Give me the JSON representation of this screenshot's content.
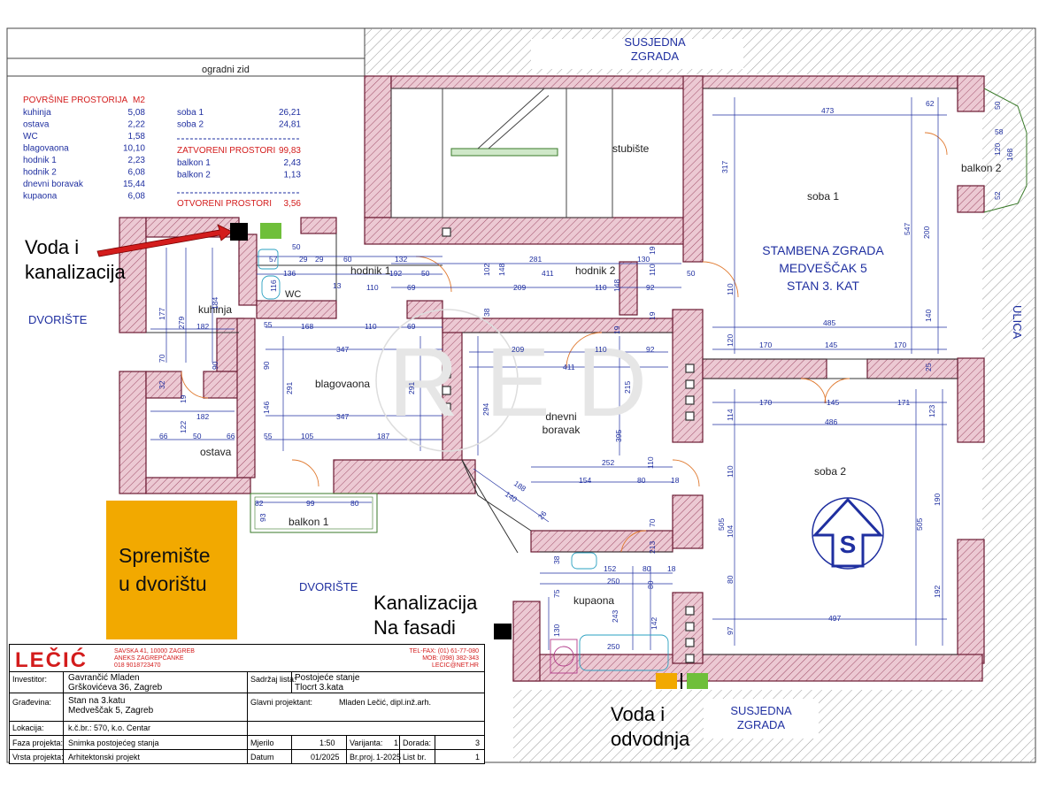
{
  "annotations": {
    "voda_kanalizacija": "Voda i\nkanalizacija",
    "spremiste": "Spremište\nu dvorištu",
    "kanalizacija_fasada": "Kanalizacija\nNa fasadi",
    "voda_odvodnja": "Voda i\nodvodnja"
  },
  "plan_labels": {
    "ogradni_zid": "ogradni zid",
    "susjedna_top": "SUSJEDNA\nZGRADA",
    "susjedna_bottom": "SUSJEDNA\nZGRADA",
    "dvoriste_left": "DVORIŠTE",
    "dvoriste_bottom": "DVORIŠTE",
    "ulica": "ULICA",
    "stubiste": "stubište",
    "soba1": "soba 1",
    "soba2": "soba 2",
    "balkon2": "balkon 2",
    "balkon1": "balkon 1",
    "kuhinja": "kuhinja",
    "blagovaona": "blagovaona",
    "dnevni_boravak": "dnevni\nboravak",
    "ostava": "ostava",
    "wc": "WC",
    "hodnik1": "hodnik 1",
    "hodnik2": "hodnik 2",
    "kupaona": "kupaona",
    "stambena": "STAMBENA ZGRADA\nMEDVEŠČAK 5\nSTAN 3. KAT",
    "watermark": "RED",
    "north": "S"
  },
  "areas": {
    "title": "POVRŠINE PROSTORIJA",
    "unit": "M2",
    "left": [
      {
        "name": "kuhinja",
        "value": "5,08"
      },
      {
        "name": "ostava",
        "value": "2,22"
      },
      {
        "name": "WC",
        "value": "1,58"
      },
      {
        "name": "blagovaona",
        "value": "10,10"
      },
      {
        "name": "hodnik 1",
        "value": "2,23"
      },
      {
        "name": "hodnik 2",
        "value": "6,08"
      },
      {
        "name": "dnevni boravak",
        "value": "15,44"
      },
      {
        "name": "kupaona",
        "value": "6,08"
      }
    ],
    "right_top": [
      {
        "name": "soba 1",
        "value": "26,21"
      },
      {
        "name": "soba 2",
        "value": "24,81"
      }
    ],
    "zatvoreni": {
      "name": "ZATVORENI PROSTORI",
      "value": "99,83"
    },
    "right_mid": [
      {
        "name": "balkon 1",
        "value": "2,43"
      },
      {
        "name": "balkon 2",
        "value": "1,13"
      }
    ],
    "otvoreni": {
      "name": "OTVORENI PROSTORI",
      "value": "3,56"
    }
  },
  "dimensions": {
    "d473": "473",
    "d62": "62",
    "d317": "317",
    "d547": "547",
    "d200": "200",
    "d140": "140",
    "d485": "485",
    "d170a": "170",
    "d145a": "145",
    "d170b": "170",
    "d25": "25",
    "d170c": "170",
    "d145b": "145",
    "d171": "171",
    "d486": "486",
    "d123": "123",
    "d114": "114",
    "d110a": "110",
    "d505a": "505",
    "d505b": "505",
    "d190": "190",
    "d192": "192",
    "d104": "104",
    "d80a": "80",
    "d97": "97",
    "d497": "497",
    "d120": "120",
    "d50": "50",
    "d281": "281",
    "d411a": "411",
    "d130": "130",
    "d110b": "110",
    "d92a": "92",
    "d209a": "209",
    "d110c": "110",
    "d148a": "148",
    "d102": "102",
    "d148b": "148",
    "d38": "38",
    "d19a": "19",
    "d19b": "19",
    "d19c": "19",
    "d209b": "209",
    "d110d": "110",
    "d92b": "92",
    "d411b": "411",
    "d215": "215",
    "d294": "294",
    "d395": "395",
    "d252": "252",
    "d154": "154",
    "d80b": "80",
    "d18a": "18",
    "d188": "188",
    "d140b": "140",
    "d26": "26",
    "d75": "75",
    "d152": "152",
    "d80c": "80",
    "d18b": "18",
    "d250a": "250",
    "d243": "243",
    "d142": "142",
    "d130b": "130",
    "d250b": "250",
    "d60": "60",
    "d132": "132",
    "d192b": "192",
    "d50b": "50",
    "d57": "57",
    "d136": "136",
    "d116": "116",
    "d13": "13",
    "d110e": "110",
    "d69a": "69",
    "d69b": "69",
    "d168": "168",
    "d110f": "110",
    "d347a": "347",
    "d347b": "347",
    "d291a": "291",
    "d291b": "291",
    "d146": "146",
    "d90a": "90",
    "d90b": "90",
    "d105": "105",
    "d187": "187",
    "d55a": "55",
    "d55b": "55",
    "d182a": "182",
    "d182b": "182",
    "d177": "177",
    "d279": "279",
    "d184": "184",
    "d70": "70",
    "d32": "32",
    "d19d": "19",
    "d122": "122",
    "d66a": "66",
    "d50c": "50",
    "d66b": "66",
    "d82": "82",
    "d99": "99",
    "d80d": "80",
    "d93": "93",
    "d29": "29",
    "d50d": "50",
    "d29b": "29",
    "d110g": "110",
    "d110h": "110",
    "d70b": "70",
    "d213": "213",
    "d80e": "80",
    "d38b": "38",
    "d58": "58",
    "d168b": "168",
    "d120b": "120",
    "d52": "52",
    "d50e": "50"
  },
  "titleblock": {
    "company": "LEČIĆ",
    "address": "SAVSKA 41, 10000 ZAGREB\nANEKS ZAGREPČANKE\n018 9018723470",
    "contact": "TEL-FAX: (01) 61-77-080\nMOB: (098) 382-343\nLECIC@NET.HR",
    "investitor_label": "Investitor:",
    "investitor": "Gavrančić Mladen\nGrškovićeva 36, Zagreb",
    "gradevina_label": "Građevina:",
    "gradevina": "Stan na 3.katu\nMedveščak 5, Zagreb",
    "lokacija_label": "Lokacija:",
    "lokacija": "k.č.br.: 570, k.o. Centar",
    "faza_label": "Faza projekta:",
    "faza": "Snimka postojećeg stanja",
    "vrsta_label": "Vrsta projekta:",
    "vrsta": "Arhitektonski projekt",
    "sadrzaj_label": "Sadržaj lista:",
    "sadrzaj": "Postojeće stanje\nTlocrt 3.kata",
    "glavni_label": "Glavni projektant:",
    "glavni": "Mladen Lečić, dipl.inž.arh.",
    "mjerilo_label": "Mjerilo",
    "mjerilo": "1:50",
    "varijanta_label": "Varijanta:",
    "varijanta": "1",
    "dorada_label": "Dorada:",
    "dorada": "3",
    "datum_label": "Datum",
    "datum": "01/2025",
    "brproj_label": "Br.proj.",
    "brproj": "1-2025",
    "list_label": "List br.",
    "list": "1"
  },
  "colors": {
    "wall": "#e8c8d2",
    "wall_stroke": "#7a1f3d",
    "dims": "#1f2fa0",
    "red_text": "#d31c1c",
    "orange": "#f2a900",
    "green": "#6fbf3a",
    "hatch": "#999999"
  }
}
